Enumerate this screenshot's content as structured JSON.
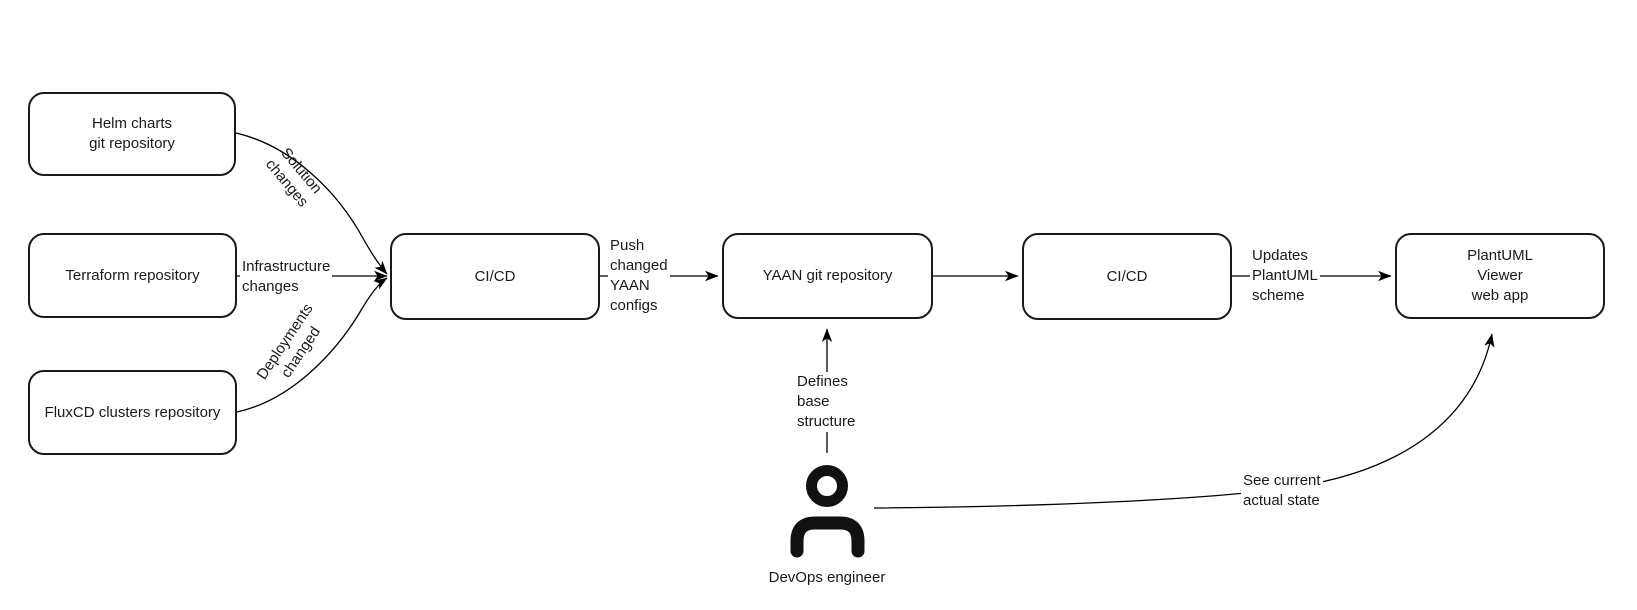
{
  "diagram": {
    "background_color": "#ffffff",
    "node_border_color": "#1a1a1a",
    "line_color": "#000000",
    "text_color": "#1a1a1a",
    "nodes": [
      {
        "id": "helm-charts-repo",
        "label": "Helm charts\ngit repository"
      },
      {
        "id": "terraform-repo",
        "label": "Terraform repository"
      },
      {
        "id": "fluxcd-repo",
        "label": "FluxCD clusters repository"
      },
      {
        "id": "cicd-1",
        "label": "CI/CD"
      },
      {
        "id": "yaan-repo",
        "label": "YAAN git repository"
      },
      {
        "id": "cicd-2",
        "label": "CI/CD"
      },
      {
        "id": "plantuml-viewer",
        "label": "PlantUML\nViewer\nweb app"
      }
    ],
    "edge_labels": [
      {
        "id": "solution-changes",
        "text": "Solution\nchanges"
      },
      {
        "id": "infrastructure-changes",
        "text": "Infrastructure\nchanges"
      },
      {
        "id": "deployments-changed",
        "text": "Deployments\nchanged"
      },
      {
        "id": "push-changed-yaan-configs",
        "text": "Push\nchanged\nYAAN\nconfigs"
      },
      {
        "id": "updates-plantuml-scheme",
        "text": "Updates\nPlantUML\nscheme"
      },
      {
        "id": "defines-base-structure",
        "text": "Defines\nbase\nstructure"
      },
      {
        "id": "see-current-actual-state",
        "text": "See current\nactual state"
      }
    ],
    "actor": {
      "id": "devops-engineer",
      "label": "DevOps engineer",
      "icon": "person-icon"
    }
  }
}
